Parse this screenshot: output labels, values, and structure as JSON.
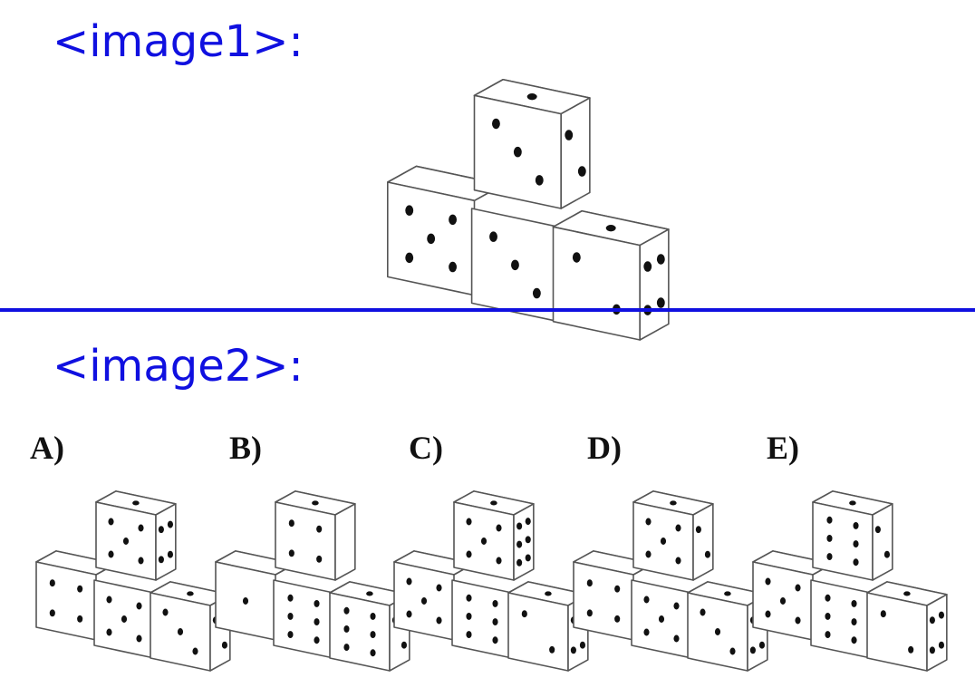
{
  "image1": {
    "label": "<image1>:",
    "cubes": {
      "left": {
        "top": 0,
        "front": 5,
        "side": 0
      },
      "middle": {
        "top": 0,
        "front": 3,
        "side": 0
      },
      "upper": {
        "top": 1,
        "front": 3,
        "side": 2
      },
      "right": {
        "top": 1,
        "front": 2,
        "side": 4
      }
    }
  },
  "image2": {
    "label": "<image2>:",
    "options": [
      {
        "letter": "A)",
        "cubes": {
          "left": {
            "top": 0,
            "front": 4,
            "side": 0
          },
          "middle": {
            "top": 0,
            "front": 5,
            "side": 0
          },
          "upper": {
            "top": 1,
            "front": 5,
            "side": 4
          },
          "right": {
            "top": 1,
            "front": 3,
            "side": 2
          }
        }
      },
      {
        "letter": "B)",
        "cubes": {
          "left": {
            "top": 0,
            "front": 1,
            "side": 0
          },
          "middle": {
            "top": 0,
            "front": 6,
            "side": 0
          },
          "upper": {
            "top": 1,
            "front": 4,
            "side": 0
          },
          "right": {
            "top": 1,
            "front": 6,
            "side": 2
          }
        }
      },
      {
        "letter": "C)",
        "cubes": {
          "left": {
            "top": 0,
            "front": 5,
            "side": 0
          },
          "middle": {
            "top": 0,
            "front": 6,
            "side": 0
          },
          "upper": {
            "top": 1,
            "front": 5,
            "side": 6
          },
          "right": {
            "top": 1,
            "front": 2,
            "side": 4
          }
        }
      },
      {
        "letter": "D)",
        "cubes": {
          "left": {
            "top": 0,
            "front": 4,
            "side": 0
          },
          "middle": {
            "top": 0,
            "front": 5,
            "side": 0
          },
          "upper": {
            "top": 1,
            "front": 5,
            "side": 2
          },
          "right": {
            "top": 1,
            "front": 3,
            "side": 4
          }
        }
      },
      {
        "letter": "E)",
        "cubes": {
          "left": {
            "top": 0,
            "front": 5,
            "side": 0
          },
          "middle": {
            "top": 0,
            "front": 6,
            "side": 0
          },
          "upper": {
            "top": 1,
            "front": 6,
            "side": 2
          },
          "right": {
            "top": 1,
            "front": 2,
            "side": 4
          }
        }
      }
    ]
  },
  "colors": {
    "label": "#1010e0",
    "divider": "#1010e0",
    "pip": "#111111",
    "edge": "#555555",
    "face": "#ffffff"
  }
}
